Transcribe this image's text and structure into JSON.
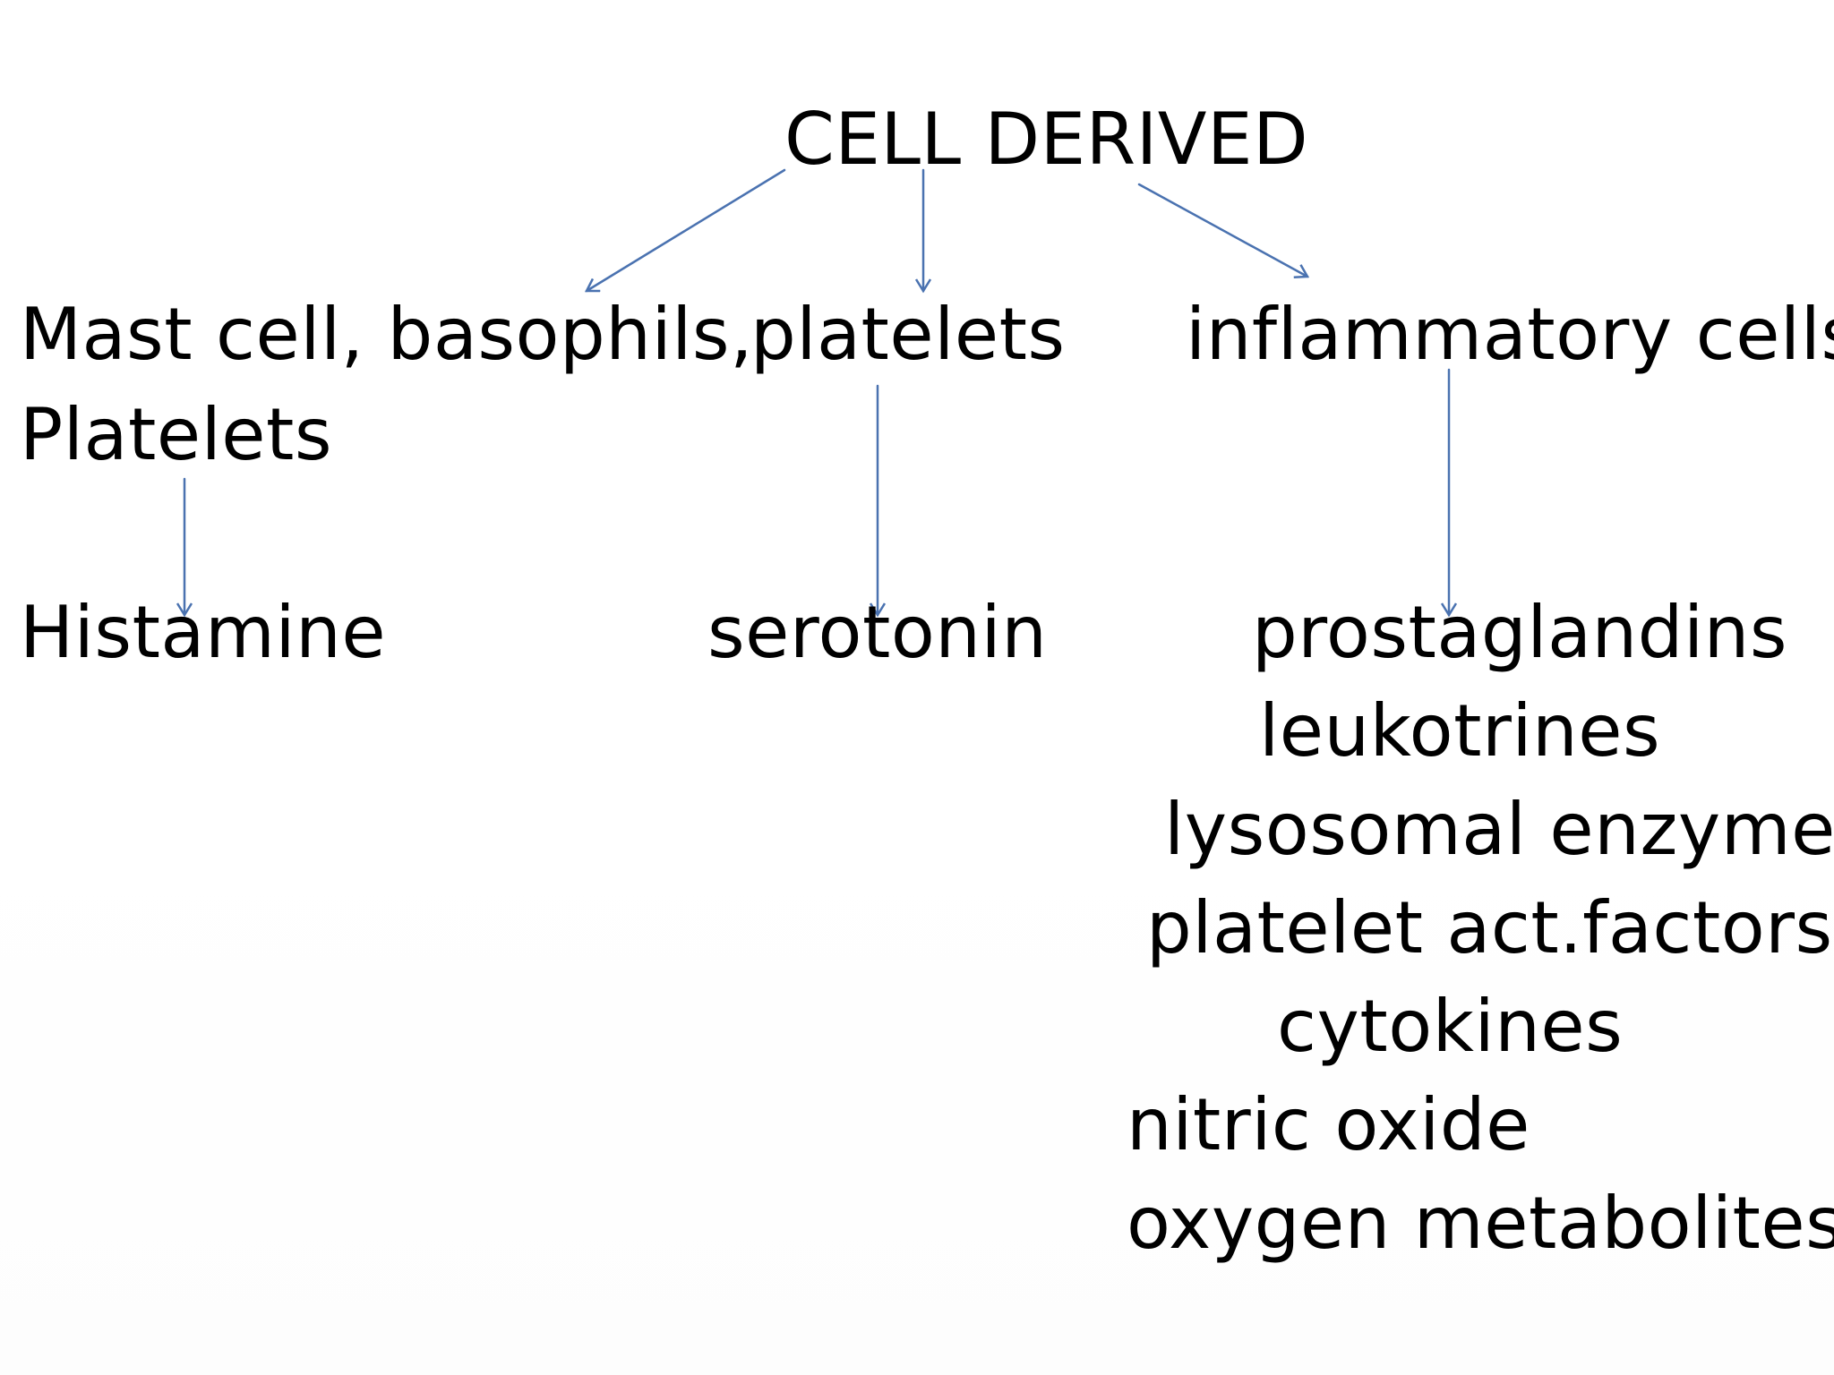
{
  "diagram": {
    "title": "CELL DERIVED",
    "branches": [
      {
        "source_lines": [
          "Mast cell, basophils,",
          "Platelets"
        ],
        "products": [
          "Histamine"
        ]
      },
      {
        "source_lines": [
          "platelets"
        ],
        "products": [
          "serotonin"
        ]
      },
      {
        "source_lines": [
          "inflammatory cells"
        ],
        "products": [
          "prostaglandins",
          "leukotrines",
          "lysosomal enzymes",
          "platelet act.factors",
          "cytokines",
          "nitric oxide",
          "oxygen metabolites"
        ]
      }
    ]
  },
  "colors": {
    "arrow": "#4a72b0",
    "text": "#000000",
    "background": "#ffffff"
  }
}
